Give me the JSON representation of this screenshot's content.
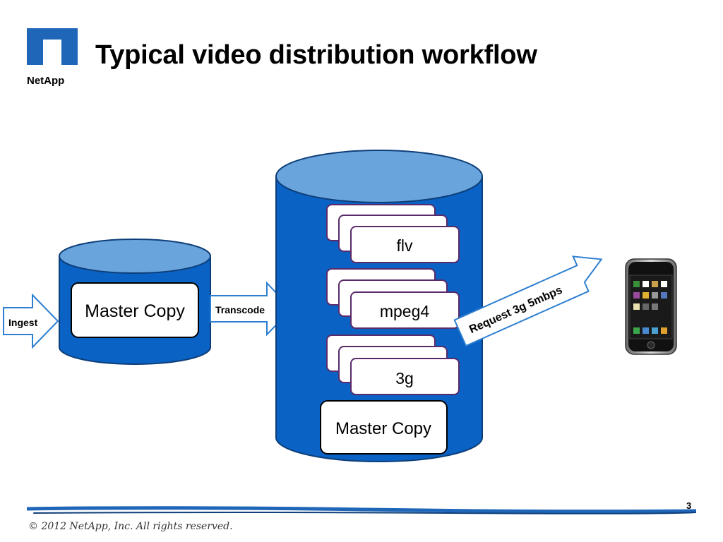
{
  "slide": {
    "title": "Typical video distribution workflow",
    "page_number": "3",
    "copyright": "© 2012 NetApp, Inc.  All rights reserved."
  },
  "logo": {
    "brand_text": "NetApp",
    "color": "#1f66b8"
  },
  "diagram": {
    "ingest_label": "Ingest",
    "transcode_label": "Transcode",
    "request_label": "Request 3g 5mbps",
    "source_store": {
      "box_label": "Master Copy"
    },
    "distribution_store": {
      "formats": [
        "flv",
        "mpeg4",
        "3g"
      ],
      "master_label": "Master Copy"
    },
    "device": "smartphone",
    "colors": {
      "cylinder_body": "#0b62c5",
      "cylinder_top": "#6aa4dc",
      "cylinder_stroke": "#0d3e78",
      "arrow_stroke": "#2e7fd0",
      "card_stroke": "#5a2a6a"
    }
  }
}
